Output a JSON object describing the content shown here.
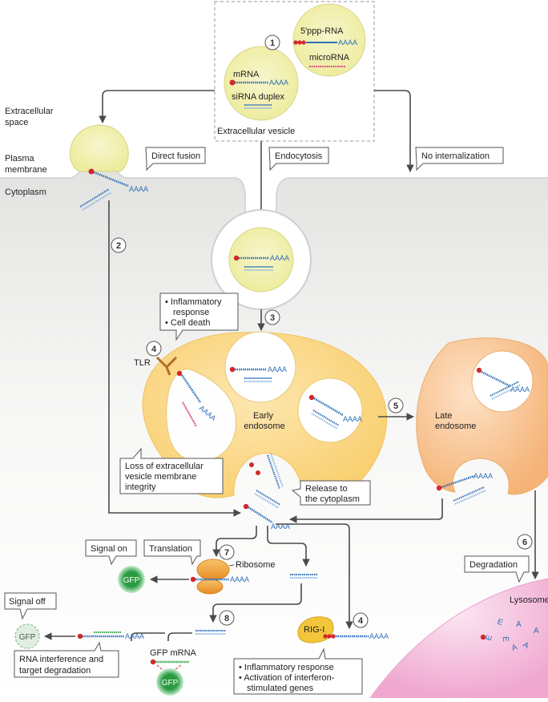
{
  "steps": [
    "1",
    "2",
    "3",
    "4",
    "5",
    "6",
    "7",
    "8",
    "4"
  ],
  "regions": {
    "extracellular_space": [
      "Extracellular",
      "space"
    ],
    "plasma_membrane": [
      "Plasma",
      "membrane"
    ],
    "cytoplasm": "Cytoplasm"
  },
  "vesicle": {
    "label": "Extracellular vesicle",
    "mrna": "mRNA",
    "sirna": "siRNA duplex",
    "ppp_rna": "5′ppp-RNA",
    "microrna": "microRNA",
    "poly_a": "AAAA"
  },
  "routes": {
    "direct_fusion": "Direct fusion",
    "endocytosis": "Endocytosis",
    "no_internalization": "No internalization"
  },
  "endosome": {
    "early": [
      "Early",
      "endosome"
    ],
    "late": [
      "Late",
      "endosome"
    ],
    "tlr": "TLR",
    "inflammatory_callout": [
      "Inflammatory",
      "response",
      "Cell death"
    ],
    "loss_callout": [
      "Loss of extracellular",
      "vesicle membrane",
      "integrity"
    ],
    "release_callout": [
      "Release to",
      "the cytoplasm"
    ]
  },
  "fates": {
    "degradation": "Degradation",
    "lysosome": "Lysosome",
    "translation": "Translation",
    "ribosome": "Ribosome",
    "signal_on": "Signal on",
    "signal_off": "Signal off",
    "gfp": "GFP",
    "gfp_mrna": "GFP mRNA",
    "rnai_callout": [
      "RNA interference and",
      "target degradation"
    ],
    "rigi": "RIG-I",
    "rigi_callout": [
      "Inflammatory response",
      "Activation of interferon-",
      "stimulated genes"
    ],
    "lysosome_letters": [
      "A",
      "A",
      "A",
      "A",
      "E",
      "E",
      "E"
    ]
  },
  "colors": {
    "cytoplasm_top": "#e6e6e4",
    "vesicle_fill": "#f3f1b4",
    "vesicle_stroke": "#d4d483",
    "endosome_fill": "#fbd98a",
    "late_endosome_fill": "#f6c084",
    "lysosome_fill": "#f2b4d8",
    "rna_blue": "#2e6fb7",
    "rna_pink": "#d1307a",
    "cap_red": "#d3282a",
    "gfp_green": "#2ea043",
    "ribosome": "#f0a33a",
    "arrow": "#4a4a4a"
  }
}
